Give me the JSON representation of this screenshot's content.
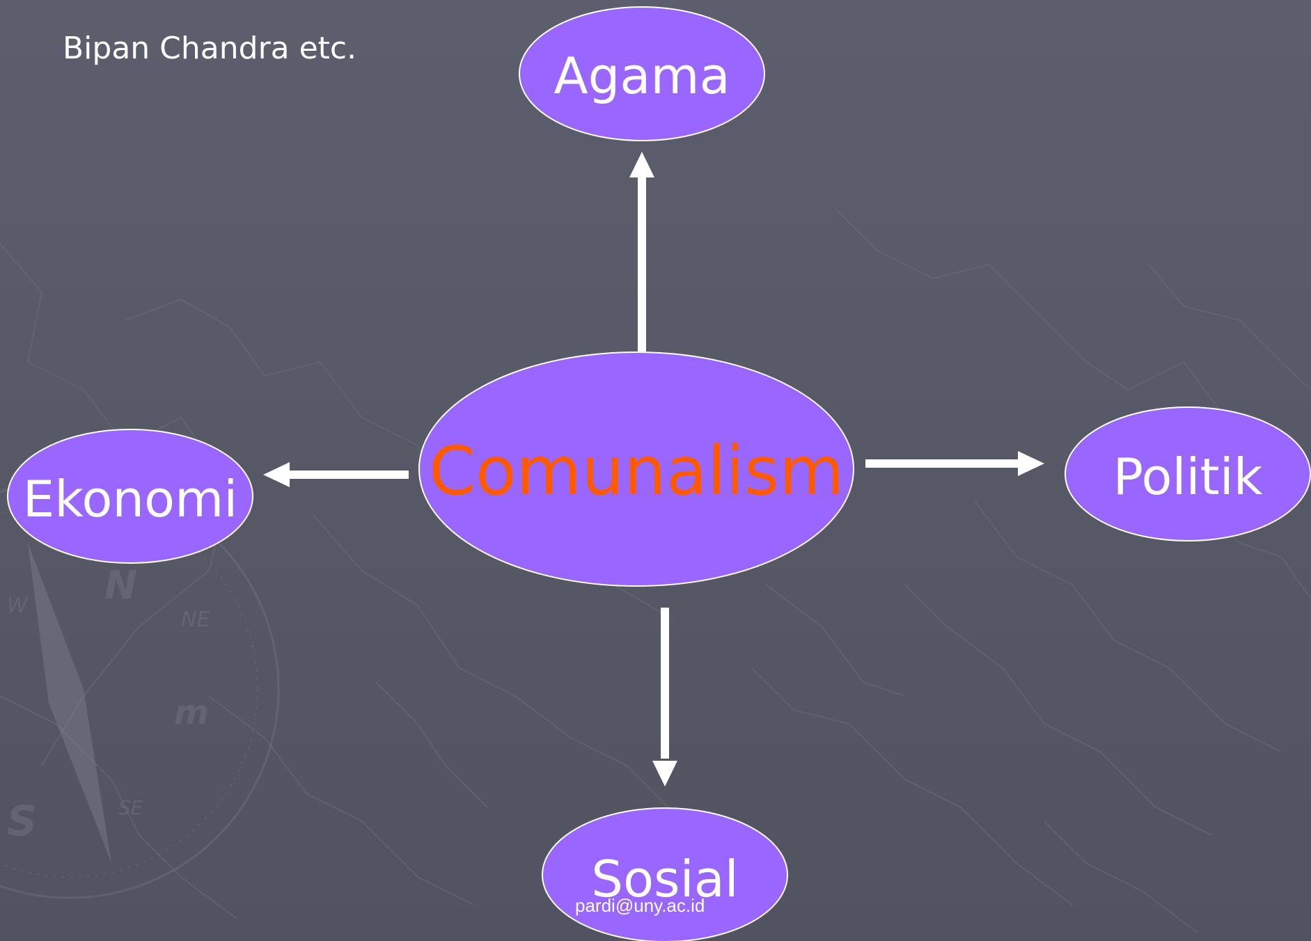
{
  "slide": {
    "author": "Bipan Chandra etc.",
    "footer": "pardi@uny.ac.id"
  },
  "diagram": {
    "center": "Comunalism",
    "nodes": {
      "top": "Agama",
      "left": "Ekonomi",
      "right": "Politik",
      "bottom": "Sosial"
    }
  },
  "colors": {
    "node_fill": "#9966ff",
    "center_text": "#ff5a00",
    "node_text": "#ffffff",
    "arrow": "#ffffff",
    "background": "#5a5c6b"
  },
  "background_decoration": {
    "compass_letters": [
      "N",
      "NE",
      "W",
      "S",
      "SE",
      "m"
    ]
  }
}
